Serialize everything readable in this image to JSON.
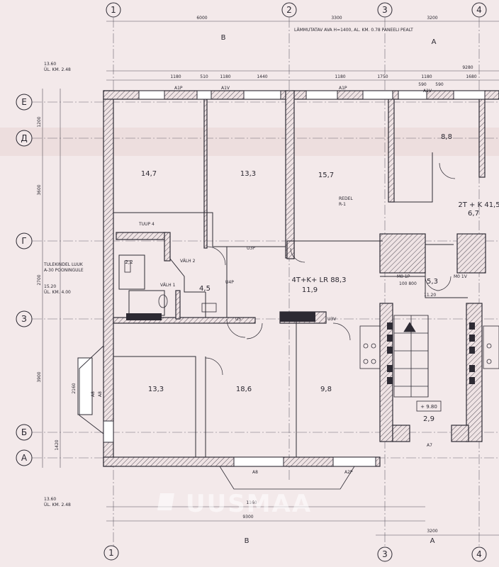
{
  "grid_columns": [
    "1",
    "2",
    "3",
    "4"
  ],
  "grid_rows": [
    "E",
    "Д",
    "Г",
    "З",
    "Б",
    "А"
  ],
  "section_marks": [
    "B",
    "A"
  ],
  "header_note": "LÄMMUTATAV AVA   H=1400,   AL. KM. 0.78  PANEELI PEALT",
  "dims_top": [
    "6000",
    "3300",
    "3200",
    "9280",
    "1180",
    "510",
    "1180",
    "1440",
    "1180",
    "1750",
    "1180",
    "1680",
    "590",
    "590"
  ],
  "dims_left": [
    "1200",
    "3600",
    "2700",
    "3900",
    "1420"
  ],
  "dims_bottom": [
    "2160",
    "1160",
    "9300",
    "3200"
  ],
  "elevations": [
    "13.60\nÜL. KM. 2.48",
    "15.20\nÜL. KM. 4.00",
    "13.60\nÜL. KM. 2.48"
  ],
  "rooms": [
    "14,7",
    "13,3",
    "15,7",
    "8,8",
    "2T + K 41,5",
    "6,7",
    "2,2",
    "4,5",
    "4T+K+ LR 88,3",
    "11,9",
    "5,3",
    "13,3",
    "18,6",
    "9,8",
    "2,9"
  ],
  "labels": {
    "redel": "REDEL\nR-1",
    "fire_door": "TULEKINDEL LUUK\nA-30 POONINGULE",
    "tuup": "TUUP 4",
    "level": "+ 9.80",
    "panels": [
      "A1P",
      "A1V",
      "A1P",
      "A1V",
      "U3P",
      "U3V",
      "U4P",
      "U5",
      "A7",
      "A8",
      "A2P"
    ],
    "misc": [
      "VÄLH 2",
      "VÄLH 1",
      "M0 1P",
      "M0 1V",
      "100 800",
      "11.20",
      "A8",
      "A8"
    ]
  },
  "watermark": "UUSMAA"
}
